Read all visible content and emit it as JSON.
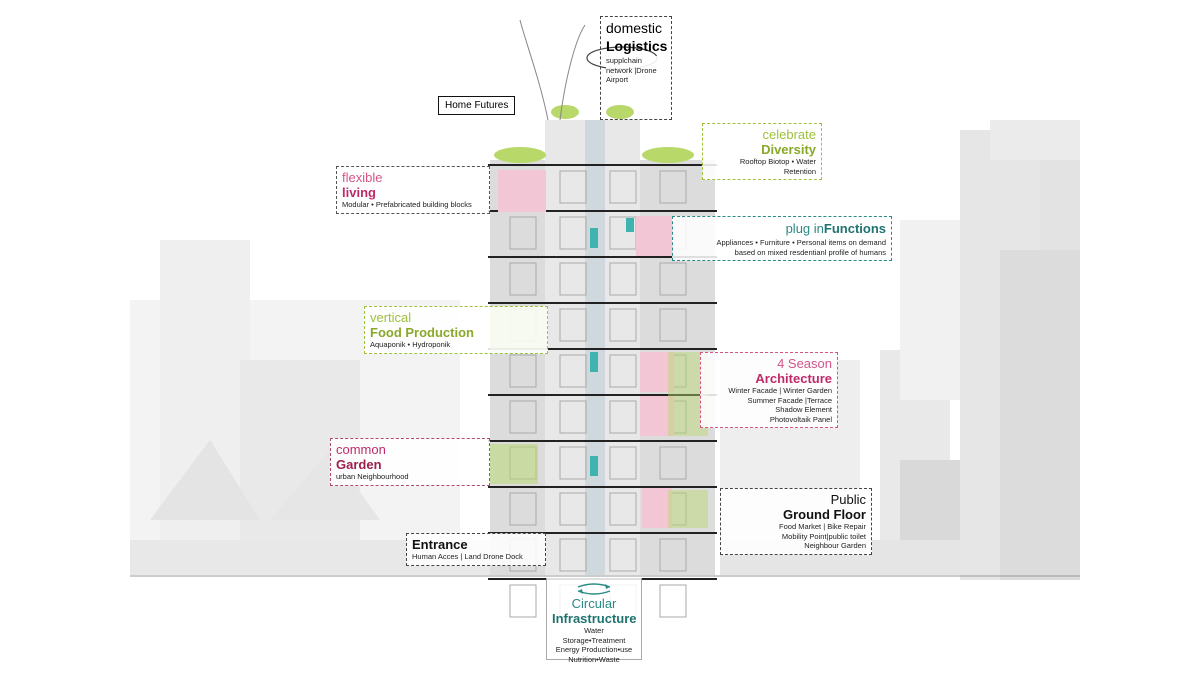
{
  "colors": {
    "pink": "#d4558a",
    "magenta": "#c02a6a",
    "lime": "#9ec23a",
    "teal": "#2a8a86",
    "background_city": "#e6e6e6",
    "tower": "#d2d2d2"
  },
  "labels": {
    "logistics": {
      "thin": "domestic",
      "bold": "Logistics",
      "desc": "supplchain network |Drone Airport"
    },
    "home_futures": {
      "text": "Home Futures"
    },
    "diversity": {
      "thin": "celebrate",
      "bold": "Diversity",
      "desc": "Rooftop Biotop • Water Retention"
    },
    "living": {
      "thin": "flexible",
      "bold": "living",
      "desc": "Modular • Prefabricated building blocks"
    },
    "functions": {
      "thin": "plug in",
      "bold": "Functions",
      "desc1": "Appliances • Furniture • Personal items on demand",
      "desc2": "based on mixed resdentianl profile of humans"
    },
    "food": {
      "thin": "vertical",
      "bold": "Food Production",
      "desc": "Aquaponik • Hydroponik"
    },
    "architecture": {
      "thin": "4 Season",
      "bold": "Architecture",
      "desc1": "Winter Facade | Winter Garden",
      "desc2": "Summer Facade |Terrace",
      "desc3": "Shadow Element",
      "desc4": "Photovoltaik Panel"
    },
    "garden": {
      "thin": "common",
      "bold": "Garden",
      "desc": "urban Neighbourhood"
    },
    "ground": {
      "thin": "Public",
      "bold": "Ground Floor",
      "desc1": "Food Market | Bike Repair",
      "desc2": "Mobility Point|public toilet",
      "desc3": "Neighbour Garden"
    },
    "entrance": {
      "bold": "Entrance",
      "desc": "Human Acces | Land Drone Dock"
    },
    "infrastructure": {
      "thin": "Circular",
      "bold": "Infrastructure",
      "desc1": "Water Storage•Treatment",
      "desc2": "Energy Production•use",
      "desc3": "Nutrition•Waste"
    }
  }
}
